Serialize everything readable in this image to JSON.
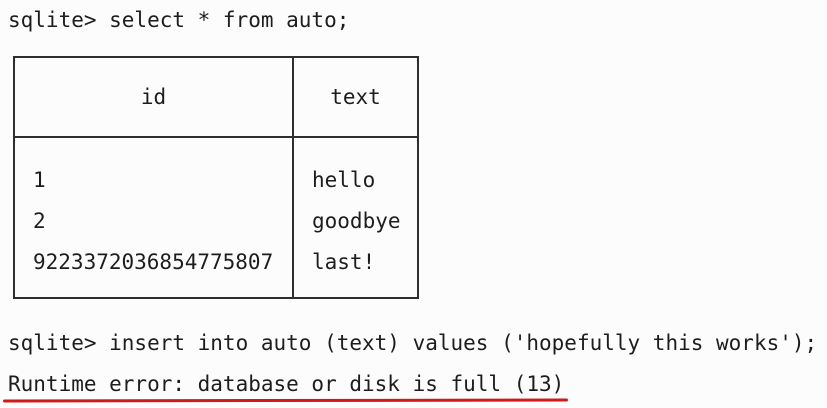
{
  "terminal": {
    "select_command": "sqlite> select * from auto;",
    "insert_command": "sqlite> insert into auto (text) values ('hopefully this works');",
    "error_message": "Runtime error: database or disk is full (13)"
  },
  "result_table": {
    "columns": [
      "id",
      "text"
    ],
    "rows": [
      {
        "id": "1",
        "text": "hello"
      },
      {
        "id": "2",
        "text": "goodbye"
      },
      {
        "id": "9223372036854775807",
        "text": "last!"
      }
    ]
  },
  "colors": {
    "background": "#fcfcfc",
    "text": "#1d1d1d",
    "table_border": "#2e2e2e",
    "error_underline": "#cd1a1a"
  }
}
